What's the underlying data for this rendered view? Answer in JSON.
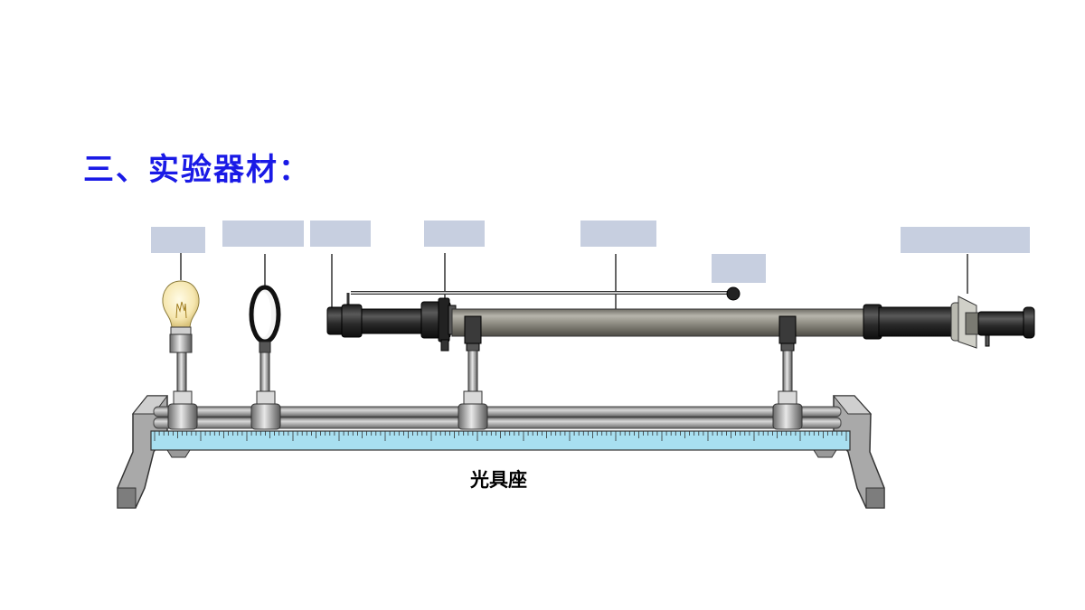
{
  "slide": {
    "title": "三、实验器材：",
    "base_label": "光具座"
  },
  "colors": {
    "title": "#1a1ae6",
    "label_box": "#c7cfe0",
    "ruler": "#a8dff0",
    "tube": "#85837a",
    "eyepiece": "#2a2a2a"
  },
  "ruler": {
    "tick_count": 150
  }
}
